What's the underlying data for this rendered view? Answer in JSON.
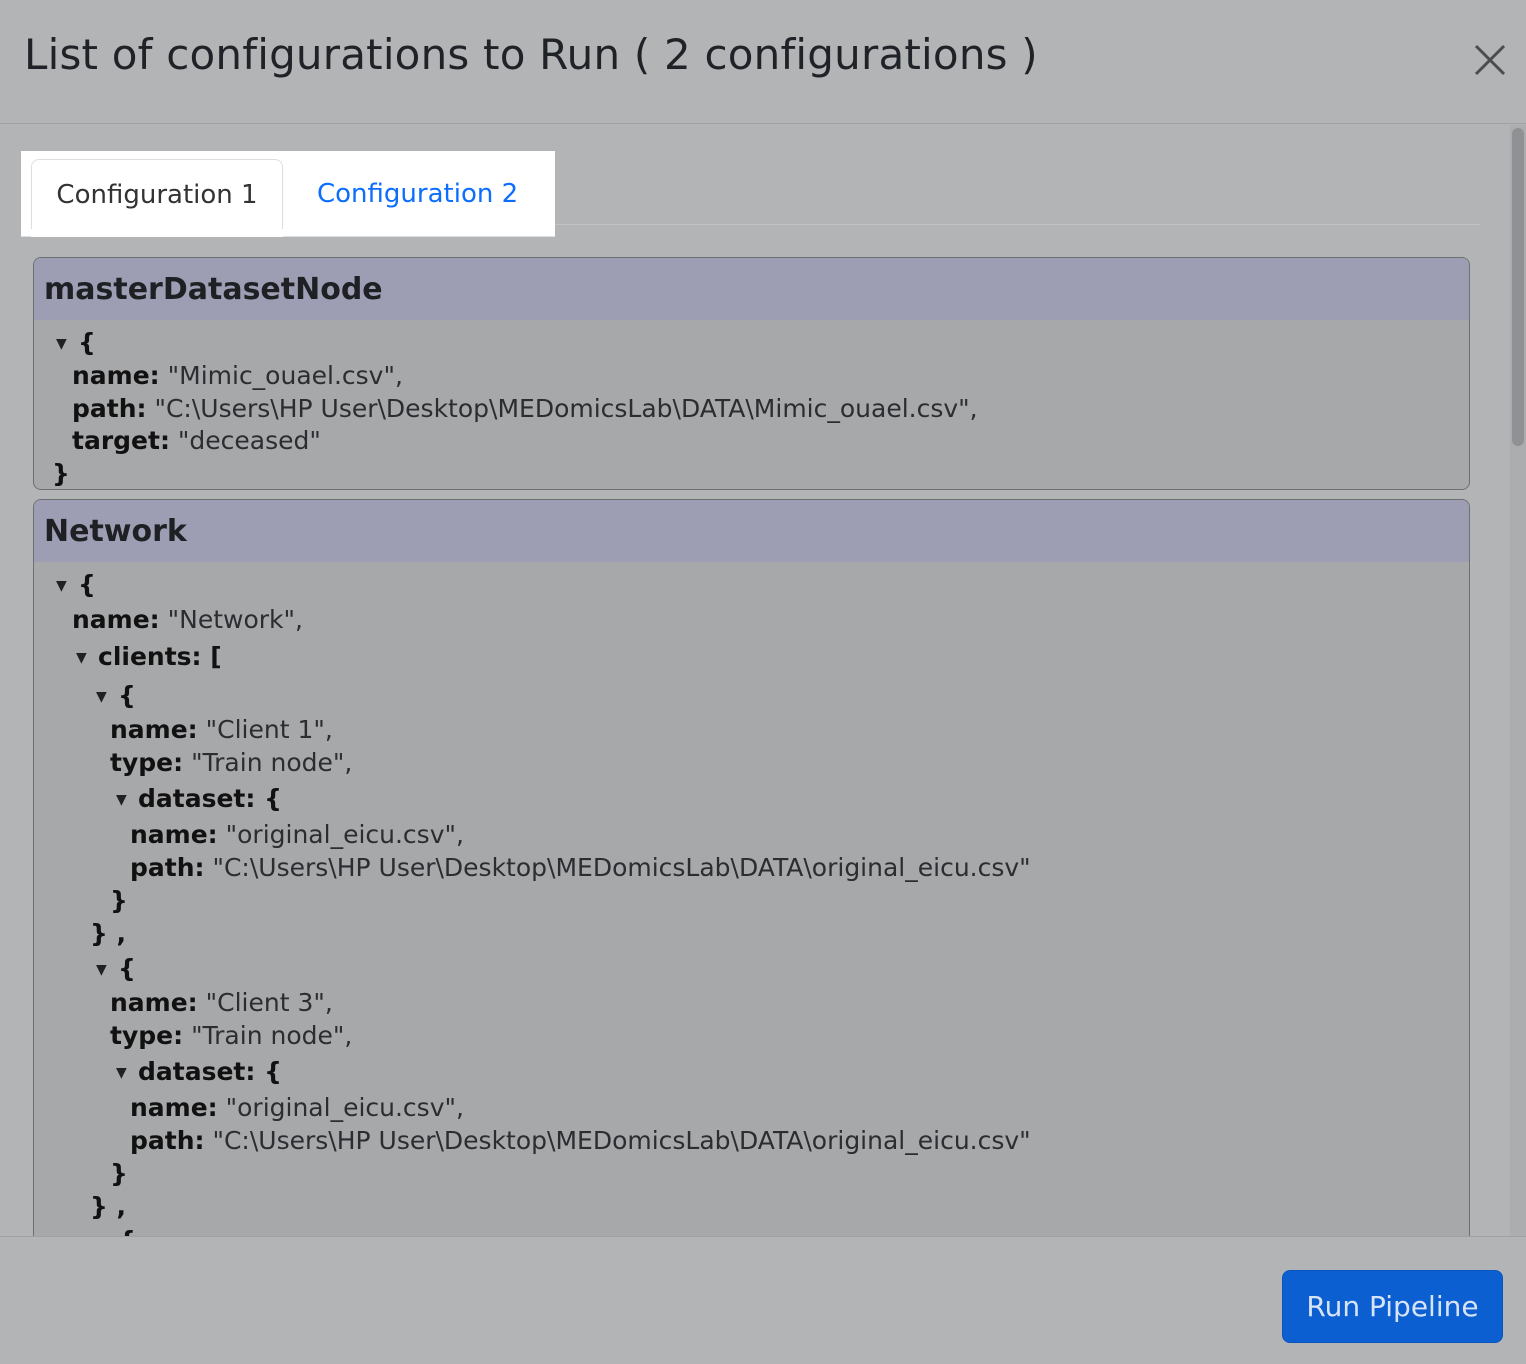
{
  "modal": {
    "title": "List of configurations to Run ( 2 configurations )",
    "close_icon": "close-icon"
  },
  "tabs": [
    {
      "label": "Configuration 1",
      "active": true
    },
    {
      "label": "Configuration 2",
      "active": false
    }
  ],
  "sections": {
    "master": {
      "title": "masterDatasetNode",
      "open_brace": "{",
      "name_key": "name:",
      "name_val": "\"Mimic_ouael.csv\",",
      "path_key": "path:",
      "path_val": "\"C:\\Users\\HP User\\Desktop\\MEDomicsLab\\DATA\\Mimic_ouael.csv\",",
      "target_key": "target:",
      "target_val": "\"deceased\"",
      "close_brace": "}"
    },
    "network": {
      "title": "Network",
      "open_brace": "{",
      "name_key": "name:",
      "name_val": "\"Network\",",
      "clients_key": "clients: [",
      "clients": [
        {
          "open": "{",
          "name_key": "name:",
          "name_val": "\"Client 1\",",
          "type_key": "type:",
          "type_val": "\"Train node\",",
          "dataset_key": "dataset: {",
          "ds_name_key": "name:",
          "ds_name_val": "\"original_eicu.csv\",",
          "ds_path_key": "path:",
          "ds_path_val": "\"C:\\Users\\HP User\\Desktop\\MEDomicsLab\\DATA\\original_eicu.csv\"",
          "ds_close": "}",
          "close": "} ,"
        },
        {
          "open": "{",
          "name_key": "name:",
          "name_val": "\"Client 3\",",
          "type_key": "type:",
          "type_val": "\"Train node\",",
          "dataset_key": "dataset: {",
          "ds_name_key": "name:",
          "ds_name_val": "\"original_eicu.csv\",",
          "ds_path_key": "path:",
          "ds_path_val": "\"C:\\Users\\HP User\\Desktop\\MEDomicsLab\\DATA\\original_eicu.csv\"",
          "ds_close": "}",
          "close": "} ,"
        }
      ],
      "caret": "▼"
    }
  },
  "footer": {
    "run_label": "Run Pipeline"
  },
  "colors": {
    "accent": "#0b5fd0",
    "link": "#0d6efd",
    "card_header": "#9d9eb4"
  }
}
